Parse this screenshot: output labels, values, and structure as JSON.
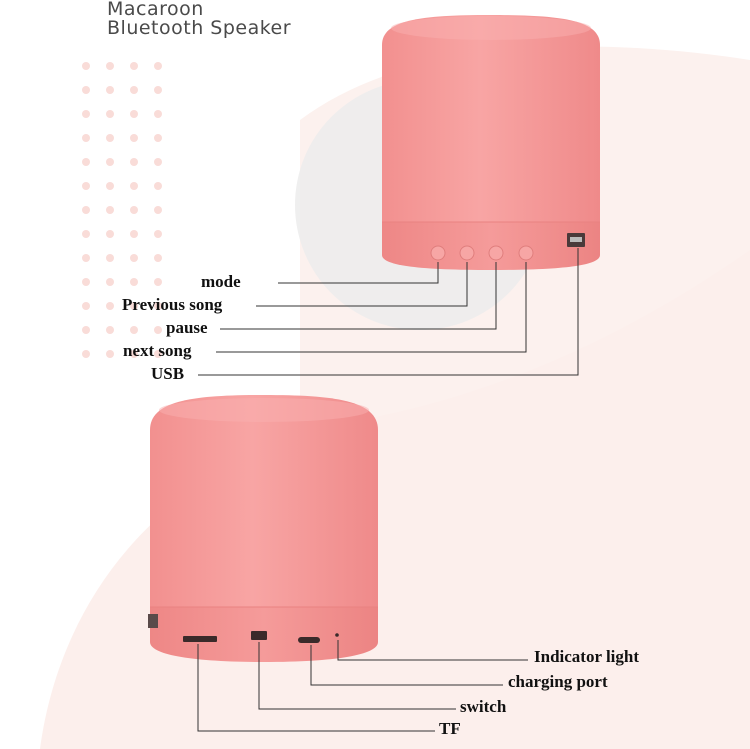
{
  "title": {
    "line1": "Macaroon",
    "line2": "Bluetooth Speaker"
  },
  "top_labels": {
    "mode": "mode",
    "previous_song": "Previous song",
    "pause": "pause",
    "next_song": "next song",
    "usb": "USB"
  },
  "bottom_labels": {
    "indicator_light": "Indicator light",
    "charging_port": "charging port",
    "switch": "switch",
    "tf": "TF"
  },
  "colors": {
    "speaker_body": "#f59a9a",
    "speaker_base": "#f3918f",
    "background_blob": "#fcefec",
    "gray_circle": "#e8e8e8",
    "dots": "#f8dcd8",
    "lines": "#333333"
  }
}
